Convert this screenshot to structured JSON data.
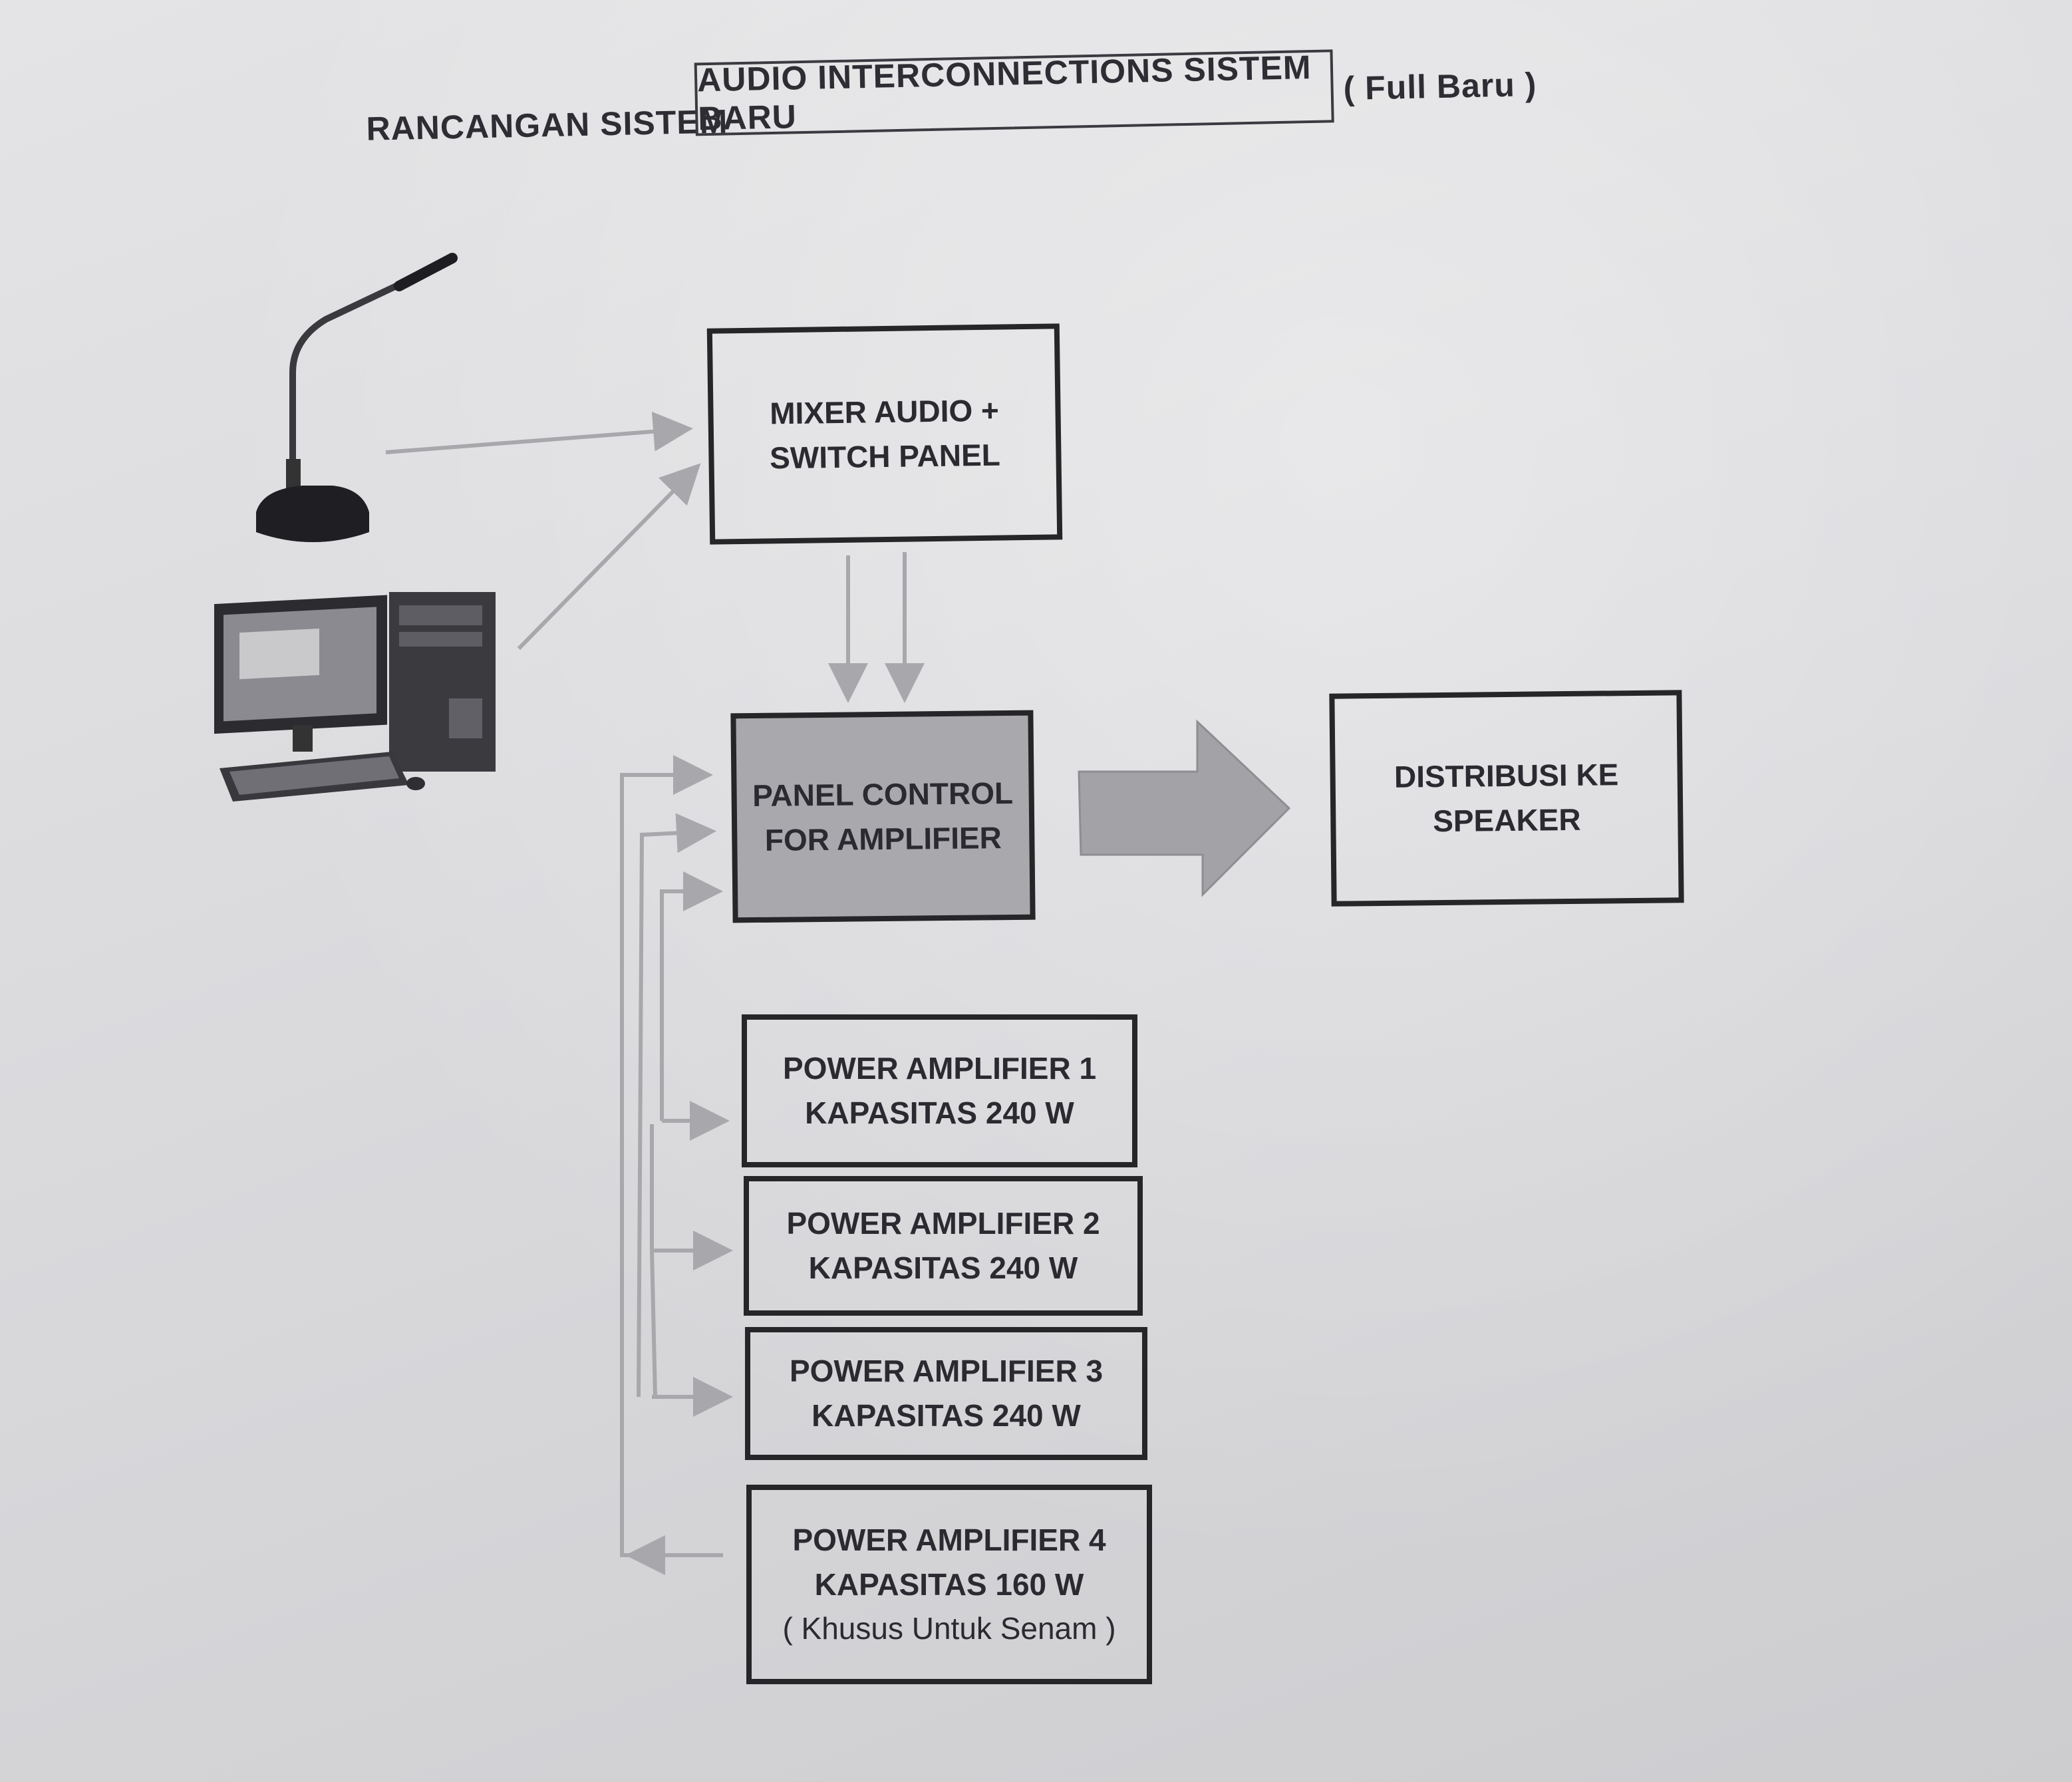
{
  "title": {
    "left": "RANCANGAN SISTEM",
    "boxed": "AUDIO INTERCONNECTIONS SISTEM BARU",
    "right": "( Full Baru )"
  },
  "nodes": {
    "mixer": {
      "line1": "MIXER AUDIO +",
      "line2": "SWITCH PANEL"
    },
    "panel": {
      "line1": "PANEL CONTROL",
      "line2": "FOR AMPLIFIER"
    },
    "distribution": {
      "line1": "DISTRIBUSI KE",
      "line2": "SPEAKER"
    },
    "amplifiers": [
      {
        "line1": "POWER AMPLIFIER 1",
        "line2": "KAPASITAS 240 W"
      },
      {
        "line1": "POWER AMPLIFIER 2",
        "line2": "KAPASITAS 240 W"
      },
      {
        "line1": "POWER AMPLIFIER 3",
        "line2": "KAPASITAS 240 W"
      },
      {
        "line1": "POWER AMPLIFIER 4",
        "line2": "KAPASITAS 160 W",
        "note": "( Khusus Untuk Senam )"
      }
    ]
  },
  "icons": {
    "input_1": "gooseneck-microphone-icon",
    "input_2": "desktop-computer-icon"
  },
  "colors": {
    "box_border": "#262629",
    "panel_fill": "#a9a9ad",
    "connector": "#a8a8ac",
    "big_arrow_fill": "#a3a3a7",
    "paper": "#dcdcde"
  }
}
